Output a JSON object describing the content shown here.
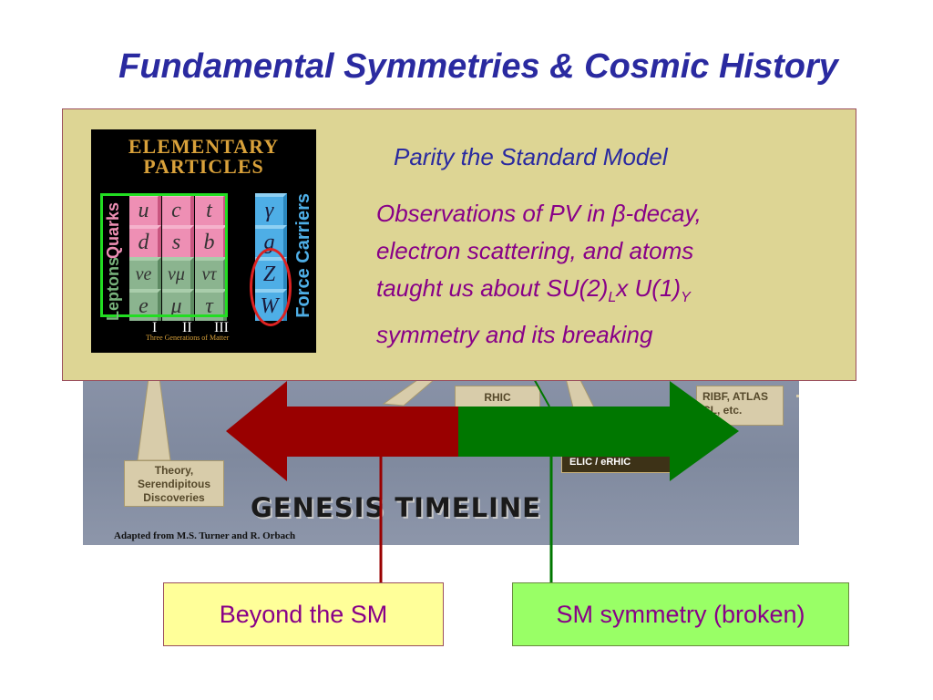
{
  "title": "Fundamental Symmetries & Cosmic History",
  "callout": {
    "heading": "Parity the Standard Model",
    "body_line1": "Observations of PV in β-decay,",
    "body_line2": "electron scattering, and atoms",
    "body_line3_pre": "taught us about SU(2)",
    "body_line3_sub1": "L",
    "body_line3_mid": "x U(1)",
    "body_line3_sub2": "Y",
    "body_line4": "symmetry and its breaking"
  },
  "poster": {
    "title_line1": "ELEMENTARY",
    "title_line2": "PARTICLES",
    "quarks_label": "Quarks",
    "leptons_label": "Leptons",
    "force_label": "Force Carriers",
    "row1": [
      "u",
      "c",
      "t"
    ],
    "row2": [
      "d",
      "s",
      "b"
    ],
    "row3": [
      "νe",
      "νμ",
      "ντ"
    ],
    "row4": [
      "e",
      "μ",
      "τ"
    ],
    "bosons": [
      "γ",
      "g",
      "Z",
      "W"
    ],
    "generations": [
      "I",
      "II",
      "III"
    ],
    "generations_caption": "Three Generations of Matter"
  },
  "timeline": {
    "tag_theory": "Theory,\nSerendipitous\nDiscoveries",
    "tag_rhic": "RHIC",
    "tag_ribf": "RIBF, ATLAS\nCL, etc.",
    "tag_elic": "ELIC / eRHIC",
    "genesis": "GENESIS TIMELINE",
    "adapted": "Adapted from M.S. Turner and R. Orbach"
  },
  "arrow": {
    "left_color": "#990000",
    "right_color": "#007700"
  },
  "boxes": {
    "beyond": "Beyond the SM",
    "sm": "SM symmetry (broken)"
  },
  "colors": {
    "title": "#2a2aa0",
    "body": "#880088",
    "panel": "#ddd594"
  }
}
